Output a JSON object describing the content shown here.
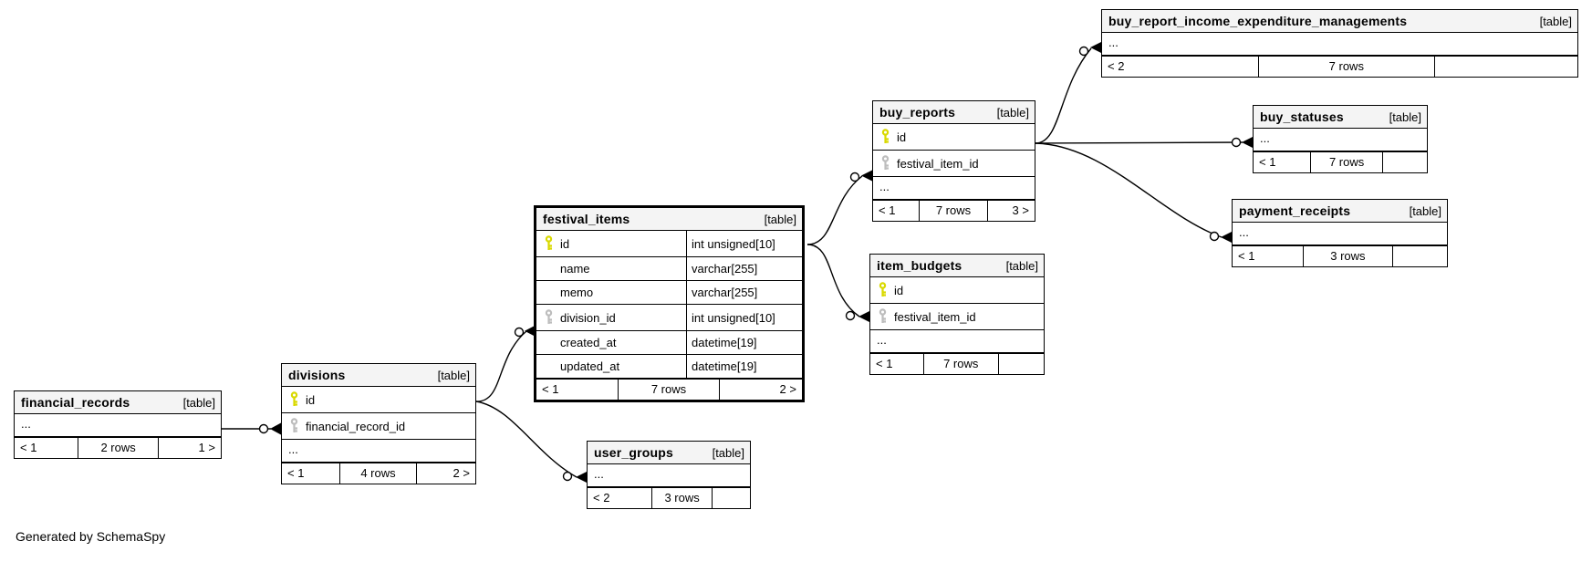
{
  "diagram": {
    "generator_note": "Generated by SchemaSpy",
    "table_tag": "[table]"
  },
  "colors": {
    "primary_key": "#d9d900",
    "foreign_key": "#bdbdbd",
    "header_bg": "#f4f4f4",
    "border": "#000000",
    "background": "#ffffff"
  },
  "tables": {
    "buy_report_income_expenditure_managements": {
      "name": "buy_report_income_expenditure_managements",
      "type_label": "[table]",
      "ellipsis": "...",
      "footer": {
        "left": "< 2",
        "center": "7 rows",
        "right": ""
      }
    },
    "buy_statuses": {
      "name": "buy_statuses",
      "type_label": "[table]",
      "ellipsis": "...",
      "footer": {
        "left": "< 1",
        "center": "7 rows",
        "right": ""
      }
    },
    "payment_receipts": {
      "name": "payment_receipts",
      "type_label": "[table]",
      "ellipsis": "...",
      "footer": {
        "left": "< 1",
        "center": "3 rows",
        "right": ""
      }
    },
    "buy_reports": {
      "name": "buy_reports",
      "type_label": "[table]",
      "columns": [
        {
          "key": "pk",
          "name": "id"
        },
        {
          "key": "fk",
          "name": "festival_item_id"
        }
      ],
      "ellipsis": "...",
      "footer": {
        "left": "< 1",
        "center": "7 rows",
        "right": "3 >"
      }
    },
    "item_budgets": {
      "name": "item_budgets",
      "type_label": "[table]",
      "columns": [
        {
          "key": "pk",
          "name": "id"
        },
        {
          "key": "fk",
          "name": "festival_item_id"
        }
      ],
      "ellipsis": "...",
      "footer": {
        "left": "< 1",
        "center": "7 rows",
        "right": ""
      }
    },
    "festival_items": {
      "name": "festival_items",
      "type_label": "[table]",
      "columns": [
        {
          "key": "pk",
          "name": "id",
          "type": "int unsigned[10]"
        },
        {
          "key": "",
          "name": "name",
          "type": "varchar[255]"
        },
        {
          "key": "",
          "name": "memo",
          "type": "varchar[255]"
        },
        {
          "key": "fk",
          "name": "division_id",
          "type": "int unsigned[10]"
        },
        {
          "key": "",
          "name": "created_at",
          "type": "datetime[19]"
        },
        {
          "key": "",
          "name": "updated_at",
          "type": "datetime[19]"
        }
      ],
      "footer": {
        "left": "< 1",
        "center": "7 rows",
        "right": "2 >"
      }
    },
    "divisions": {
      "name": "divisions",
      "type_label": "[table]",
      "columns": [
        {
          "key": "pk",
          "name": "id"
        },
        {
          "key": "fk",
          "name": "financial_record_id"
        }
      ],
      "ellipsis": "...",
      "footer": {
        "left": "< 1",
        "center": "4 rows",
        "right": "2 >"
      }
    },
    "financial_records": {
      "name": "financial_records",
      "type_label": "[table]",
      "ellipsis": "...",
      "footer": {
        "left": "< 1",
        "center": "2 rows",
        "right": "1 >"
      }
    },
    "user_groups": {
      "name": "user_groups",
      "type_label": "[table]",
      "ellipsis": "...",
      "footer": {
        "left": "< 2",
        "center": "3 rows",
        "right": ""
      }
    }
  },
  "relationships": [
    {
      "from": "financial_records",
      "to": "divisions.financial_record_id"
    },
    {
      "from": "divisions.id",
      "to": "festival_items.division_id"
    },
    {
      "from": "divisions.id",
      "to": "user_groups"
    },
    {
      "from": "festival_items.id",
      "to": "buy_reports.festival_item_id"
    },
    {
      "from": "festival_items.id",
      "to": "item_budgets.festival_item_id"
    },
    {
      "from": "buy_reports.id",
      "to": "buy_report_income_expenditure_managements"
    },
    {
      "from": "buy_reports.id",
      "to": "buy_statuses"
    },
    {
      "from": "buy_reports.id",
      "to": "payment_receipts"
    }
  ]
}
